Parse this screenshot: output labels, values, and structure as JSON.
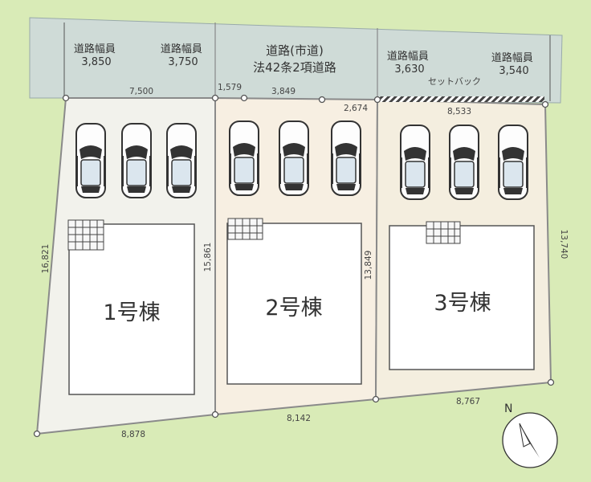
{
  "road": {
    "left_width_1": "道路幅員\n3,850",
    "left_width_2": "道路幅員\n3,750",
    "center_title": "道路(市道)",
    "center_subtitle": "法42条2項道路",
    "right_width_1": "道路幅員\n3,630",
    "right_width_2": "道路幅員\n3,540",
    "setback": "セットバック"
  },
  "lots": [
    {
      "house": "1号棟",
      "cars": 3
    },
    {
      "house": "2号棟",
      "cars": 3
    },
    {
      "house": "3号棟",
      "cars": 3
    }
  ],
  "dimensions": {
    "lot1_top": "7,500",
    "lot2_top_a": "1,579",
    "lot2_top_b": "3,849",
    "lot2_top_c": "2,674",
    "lot3_top": "8,533",
    "lot1_left": "16,821",
    "lot1_2_border": "15,861",
    "lot2_3_border": "13,849",
    "lot3_right": "13,740",
    "lot1_bottom": "8,878",
    "lot2_bottom": "8,142",
    "lot3_bottom": "8,767"
  },
  "compass": {
    "north": "N"
  },
  "colors": {
    "background": "#d9ebb7",
    "road": "#cfdbd7",
    "lot1": "#f2f2ec",
    "lot2": "#f7efe2",
    "lot3": "#f4eedf",
    "boundary": "#8a8a8a"
  }
}
